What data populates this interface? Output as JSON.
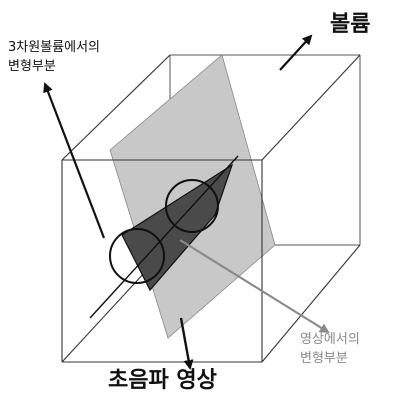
{
  "labels": {
    "volume": "볼륨",
    "deformation_3d": [
      "3차원볼륨에서의",
      "변형부분"
    ],
    "deformation_image": [
      "영상에서의",
      "변형부분"
    ],
    "ultrasound_image": "초음파 영상"
  },
  "colors": {
    "plane_fill": "#c8c8c8",
    "cone_fill": "#4a4a4a",
    "line": "#111111",
    "gray_arrow": "#8a8a8a",
    "cube_edge": "#333333"
  }
}
